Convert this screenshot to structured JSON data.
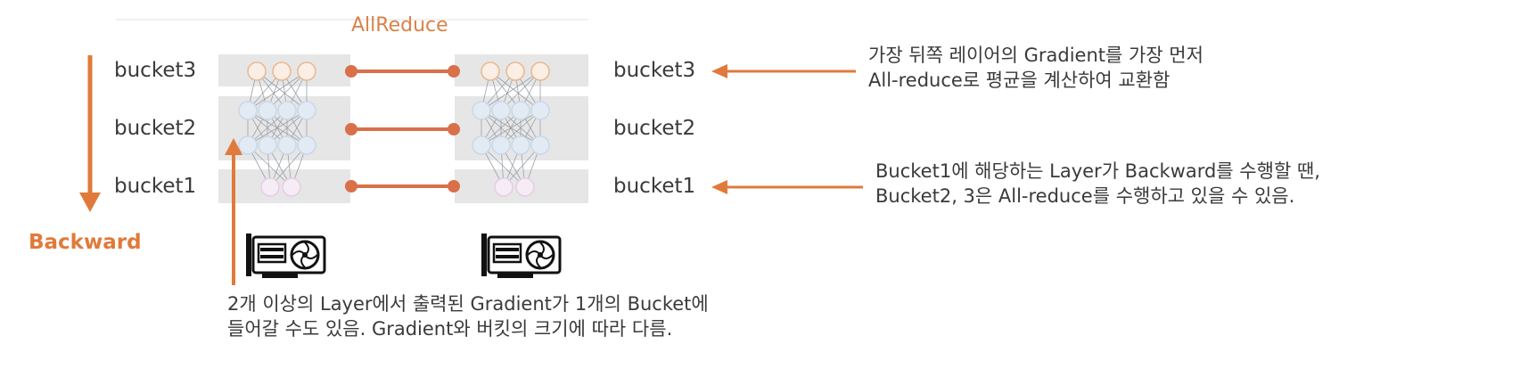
{
  "title": "AllReduce",
  "backward_label": "Backward",
  "left_buckets": [
    "bucket3",
    "bucket2",
    "bucket1"
  ],
  "right_buckets": [
    "bucket3",
    "bucket2",
    "bucket1"
  ],
  "notes": {
    "top": [
      "가장 뒤쪽 레이어의 Gradient를 가장 먼저",
      "All-reduce로 평균을 계산하여 교환함"
    ],
    "middle": [
      "Bucket1에 해당하는 Layer가 Backward를 수행할 땐,",
      "Bucket2, 3은 All-reduce를 수행하고 있을 수 있음."
    ],
    "bottom": [
      "2개 이상의 Layer에서 출력된 Gradient가 1개의 Bucket에",
      "들어갈 수도 있음. Gradient와 버킷의 크기에 따라 다름."
    ]
  },
  "colors": {
    "accent": "#e07a3a",
    "link": "#d9704a",
    "band": "#e6e6e6",
    "node_top": "#e8b890",
    "node_mid": "#c8d8e8",
    "node_bottom": "#e6cde6"
  },
  "icons": [
    "gpu-icon",
    "gpu-icon"
  ]
}
